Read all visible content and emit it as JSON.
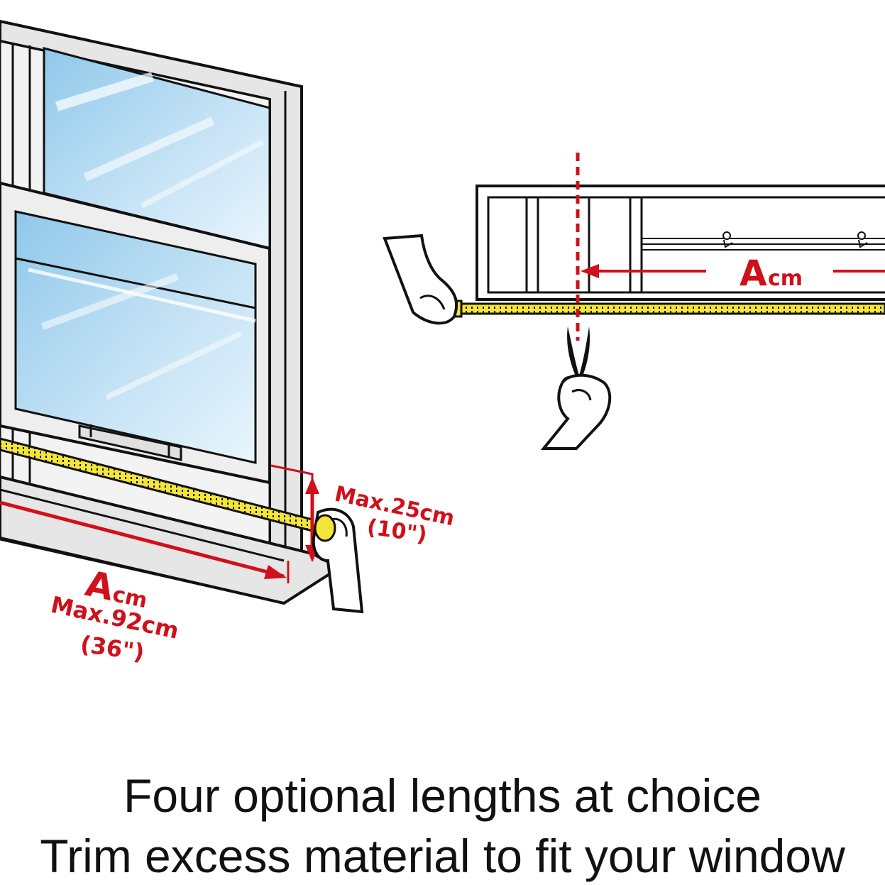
{
  "window_diagram": {
    "height_label": "Max.25cm",
    "height_label_inch": "(10\")",
    "width_letter": "A",
    "width_unit": "cm",
    "width_label": "Max.92cm",
    "width_label_inch": "(36\")"
  },
  "trim_diagram": {
    "letter": "A",
    "unit": "cm"
  },
  "caption": {
    "line1": "Four optional lengths at choice",
    "line2": "Trim excess material to fit your window"
  },
  "colors": {
    "accent_red": "#d0101a",
    "tape_yellow": "#f4e53a",
    "glass_blue": "#8fc8ea",
    "frame_gray": "#e6e6e6",
    "outline": "#111111"
  }
}
